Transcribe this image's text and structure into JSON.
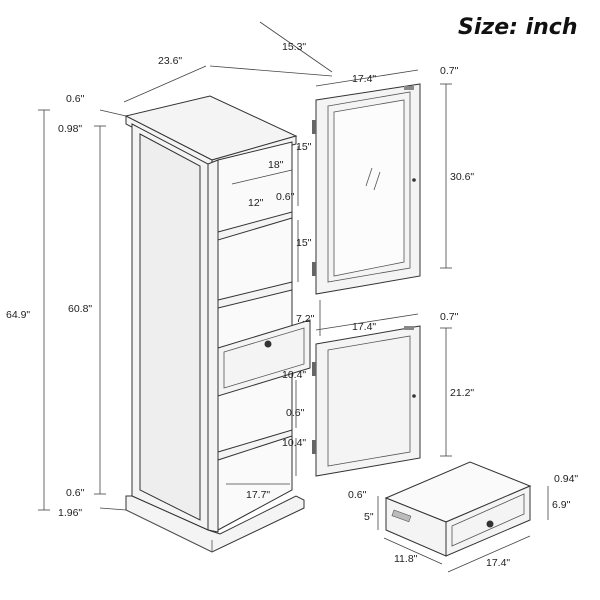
{
  "title": "Size: inch",
  "cabinet": {
    "width": "23.6\"",
    "depth": "15.3\"",
    "top_thickness": "0.6\"",
    "top_overhang": "0.98\"",
    "total_height": "64.9\"",
    "body_height": "60.8\"",
    "bottom_thickness": "0.6\"",
    "base_height": "1.96\"",
    "shelf_depth": "18\"",
    "shelf_gap_upper": "12\"",
    "shelf_thickness_upper": "0.6\"",
    "upper_spacing_1": "15\"",
    "upper_spacing_2": "15\"",
    "drawer_gap": "7.2\"",
    "lower_spacing_1": "10.4\"",
    "lower_shelf_thickness": "0.6\"",
    "lower_spacing_2": "10.4\"",
    "inner_width": "17.7\""
  },
  "upper_door": {
    "width": "17.4\"",
    "thickness": "0.7\"",
    "height": "30.6\""
  },
  "lower_door": {
    "width": "17.4\"",
    "thickness": "0.7\"",
    "height": "21.2\""
  },
  "drawer": {
    "front_thickness": "0.6\"",
    "side_height": "5\"",
    "depth": "11.8\"",
    "width": "17.4\"",
    "front_overhang": "0.94\"",
    "front_height": "6.9\""
  }
}
